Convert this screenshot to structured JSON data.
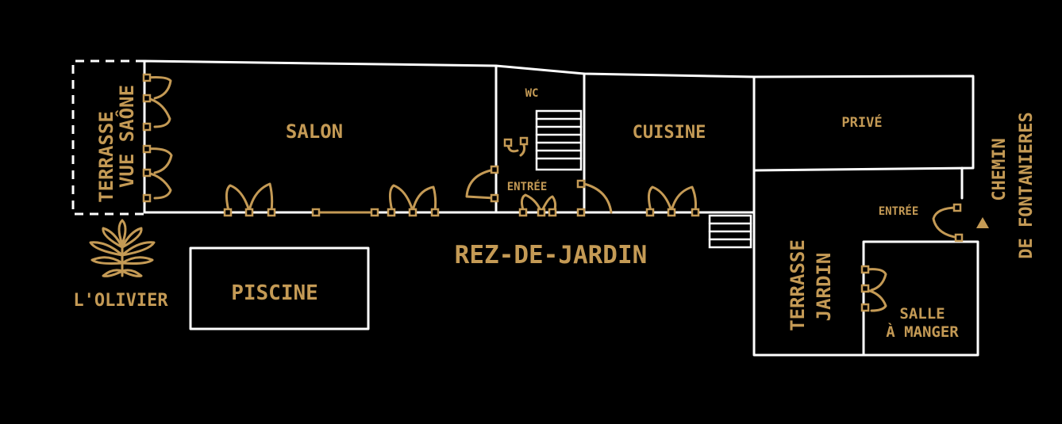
{
  "colors": {
    "background": "#000000",
    "walls": "#ffffff",
    "accent": "#c49a55"
  },
  "plan": {
    "title": "REZ-DE-JARDIN",
    "rooms": {
      "terrasse_saone_line1": "TERRASSE",
      "terrasse_saone_line2": "VUE SAÔNE",
      "salon": "SALON",
      "wc": "WC",
      "cuisine": "CUISINE",
      "prive": "PRIVÉ",
      "entree_main": "ENTRÉE",
      "entree_side": "ENTRÉE",
      "piscine": "PISCINE",
      "olivier": "L'OLIVIER",
      "terrasse_jardin_line1": "TERRASSE",
      "terrasse_jardin_line2": "JARDIN",
      "salle_line1": "SALLE",
      "salle_line2": "À MANGER"
    },
    "street_line1": "CHEMIN",
    "street_line2": "DE FONTANIERES",
    "icons": [
      "olive-tree-icon",
      "entrance-arrow-icon"
    ]
  }
}
